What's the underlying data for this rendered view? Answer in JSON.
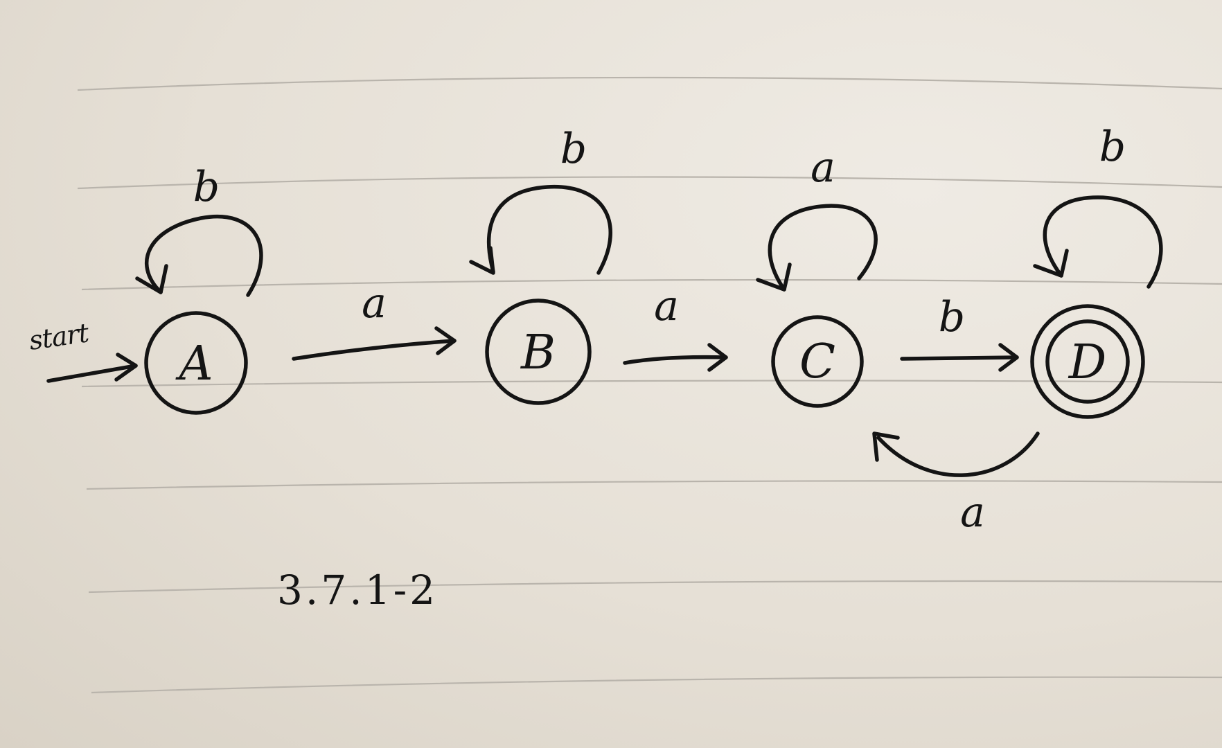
{
  "diagram": {
    "start_label": "start",
    "states": [
      {
        "id": "A",
        "label": "A",
        "accepting": false,
        "start": true
      },
      {
        "id": "B",
        "label": "B",
        "accepting": false,
        "start": false
      },
      {
        "id": "C",
        "label": "C",
        "accepting": false,
        "start": false
      },
      {
        "id": "D",
        "label": "D",
        "accepting": true,
        "start": false
      }
    ],
    "transitions": [
      {
        "from": "A",
        "to": "A",
        "label": "b"
      },
      {
        "from": "A",
        "to": "B",
        "label": "a"
      },
      {
        "from": "B",
        "to": "B",
        "label": "b"
      },
      {
        "from": "B",
        "to": "C",
        "label": "a"
      },
      {
        "from": "C",
        "to": "C",
        "label": "a"
      },
      {
        "from": "C",
        "to": "D",
        "label": "b"
      },
      {
        "from": "D",
        "to": "D",
        "label": "b"
      },
      {
        "from": "D",
        "to": "C",
        "label": "a"
      }
    ],
    "caption": "3.7.1-2"
  }
}
